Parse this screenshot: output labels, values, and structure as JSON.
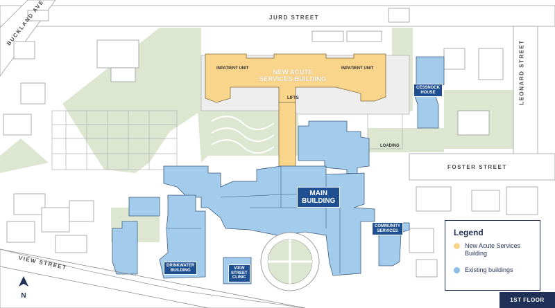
{
  "streets": {
    "jurd": "JURD STREET",
    "buckland": "BUCKLAND AVE",
    "leonard": "LEONARD STREET",
    "foster": "FOSTER STREET",
    "view": "VIEW STREET"
  },
  "buildings": {
    "new_acute": "NEW ACUTE\nSERVICES BUILDING",
    "inpatient_left": "INPATIENT UNIT",
    "inpatient_right": "INPATIENT UNIT",
    "lifts": "LIFTS",
    "cessnock": "CESSNOCK\nHOUSE",
    "loading": "LOADING",
    "main": "MAIN\nBUILDING",
    "community": "COMMUNITY\nSERVICES",
    "drinkwater": "DRINKWATER\nBUILDING",
    "view_street_clinic": "VIEW\nSTREET\nCLINIC"
  },
  "legend": {
    "title": "Legend",
    "items": [
      {
        "label": "New Acute Services Building",
        "color": "#f9d48b"
      },
      {
        "label": "Existing buildings",
        "color": "#8cbde5"
      }
    ]
  },
  "north_label": "N",
  "floor_label": "1ST FLOOR",
  "colors": {
    "existing": "#a3cbeb",
    "new_building": "#f9d48b",
    "green": "#d9e4cc",
    "label_box": "#1d4f91",
    "navy": "#1f2f56"
  }
}
